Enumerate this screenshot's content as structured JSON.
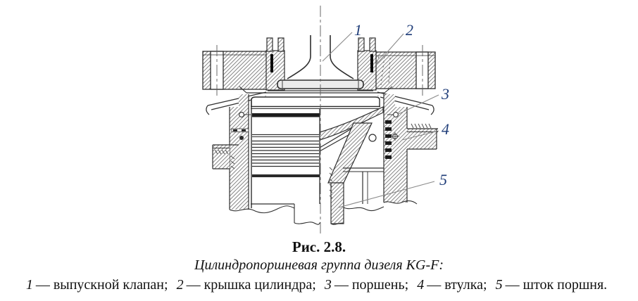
{
  "figure": {
    "description": "cylinder-piston group cross-section drawing",
    "callouts": [
      {
        "num": "1"
      },
      {
        "num": "2"
      },
      {
        "num": "3"
      },
      {
        "num": "4"
      },
      {
        "num": "5"
      }
    ]
  },
  "caption": {
    "figure_number": "Рис. 2.8.",
    "subtitle": "Цилиндропоршневая группа дизеля KG-F:",
    "legend": [
      {
        "num": "1",
        "desc": "— выпускной клапан;"
      },
      {
        "num": "2",
        "desc": "— крышка цилиндра;"
      },
      {
        "num": "3",
        "desc": "— поршень;"
      },
      {
        "num": "4",
        "desc": "— втулка;"
      },
      {
        "num": "5",
        "desc": "— шток поршня."
      }
    ]
  },
  "colors": {
    "callout": "#1e3c78",
    "line": "#2f2f2f",
    "leader": "#8a8a8a",
    "background": "#ffffff"
  }
}
